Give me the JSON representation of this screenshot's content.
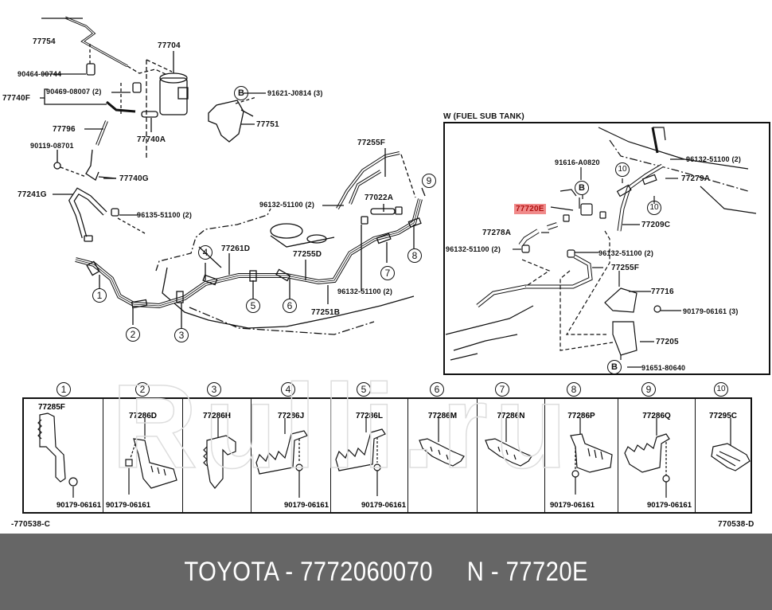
{
  "diagram": {
    "title": "Toyota fuel tank tube & clamp parts diagram",
    "main_labels": {
      "p77754": "77754",
      "p77704": "77704",
      "p90464": "90464-00744",
      "p90469": "90469-08007 (2)",
      "p77740F": "77740F",
      "p91621": "91621-J0814 (3)",
      "p77751": "77751",
      "p77796": "77796",
      "p77740A": "77740A",
      "p90119": "90119-08701",
      "p77740G": "77740G",
      "p77241G": "77241G",
      "p96135": "96135-51100 (2)",
      "p77255F": "77255F",
      "p96132a": "96132-51100 (2)",
      "p77022A": "77022A",
      "p77261D": "77261D",
      "p77255D": "77255D",
      "p96132b": "96132-51100 (2)",
      "p77251B": "77251B",
      "ref_b": "B"
    },
    "callouts": [
      "1",
      "2",
      "3",
      "4",
      "5",
      "6",
      "7",
      "8",
      "9"
    ],
    "inset": {
      "title": "W (FUEL  SUB  TANK)",
      "labels": {
        "p96132a": "96132-51100 (2)",
        "p91616": "91616-A0820",
        "p77279A": "77279A",
        "p77720E": "77720E",
        "p77209C": "77209C",
        "p77278A": "77278A",
        "p96132b": "96132-51100 (2)",
        "p96132c": "96132-51100 (2)",
        "p77255F": "77255F",
        "p77716": "77716",
        "p90179": "90179-06161 (3)",
        "p77205": "77205",
        "p91651": "91651-80640",
        "ref_b": "B",
        "callout10": "10"
      },
      "highlight": {
        "part": "77720E",
        "color": "#f08a8a"
      }
    },
    "legend": {
      "cells": [
        {
          "num": "1",
          "part": "77285F",
          "bolt": "90179-06161"
        },
        {
          "num": "2",
          "part": "77286D",
          "bolt": "90179-06161"
        },
        {
          "num": "3",
          "part": "77286H",
          "bolt": ""
        },
        {
          "num": "4",
          "part": "77286J",
          "bolt": "90179-06161"
        },
        {
          "num": "5",
          "part": "77286L",
          "bolt": "90179-06161"
        },
        {
          "num": "6",
          "part": "77286M",
          "bolt": ""
        },
        {
          "num": "7",
          "part": "77286N",
          "bolt": ""
        },
        {
          "num": "8",
          "part": "77286P",
          "bolt": "90179-06161"
        },
        {
          "num": "9",
          "part": "77286Q",
          "bolt": "90179-06161"
        },
        {
          "num": "10",
          "part": "77295C",
          "bolt": ""
        }
      ],
      "ref_left": "-770538-C",
      "ref_right": "770538-D"
    },
    "watermark": "Rulli.ru"
  },
  "footer": {
    "text": "TOYOTA - 7772060070     N - 77720E",
    "background": "#666666"
  }
}
